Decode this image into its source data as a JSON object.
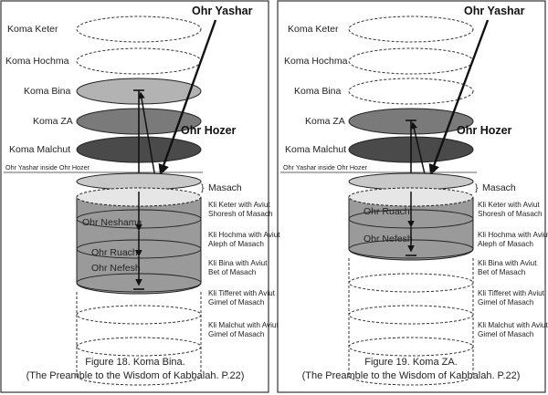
{
  "panel_left": {
    "koma_labels": [
      "Koma Keter",
      "Koma Hochma",
      "Koma Bina",
      "Koma ZA",
      "Koma Malchut"
    ],
    "ohr_yashar": "Ohr Yashar",
    "ohr_hozer": "Ohr Hozer",
    "inside_label": "Ohr Yashar inside Ohr Hozer",
    "masach": "Masach",
    "vessel_labels": [
      "Ohr Neshama",
      "Ohr Ruach",
      "Ohr Nefesh"
    ],
    "kli": [
      [
        "Kli Keter with Aviut",
        "Shoresh of Masach"
      ],
      [
        "Kli Hochma with Aviut",
        "Aleph of Masach"
      ],
      [
        "Kli Bina with Aviut",
        "Bet of Masach"
      ],
      [
        "Kli Tifferet with Aviut",
        "Gimel of Masach"
      ],
      [
        "Kli Malchut with Aviut",
        "Gimel of Masach"
      ]
    ],
    "caption1": "Figure 18. Koma Bina.",
    "caption2": "(The Preamble to the Wisdom of Kabbalah. P.22)"
  },
  "panel_right": {
    "koma_labels": [
      "Koma Keter",
      "Koma Hochma",
      "Koma Bina",
      "Koma ZA",
      "Koma Malchut"
    ],
    "ohr_yashar": "Ohr Yashar",
    "ohr_hozer": "Ohr Hozer",
    "inside_label": "Ohr Yashar inside Ohr Hozer",
    "masach": "Masach",
    "vessel_labels": [
      "Ohr Ruach",
      "Ohr Nefesh"
    ],
    "kli": [
      [
        "Kli Keter with Aviut",
        "Shoresh of Masach"
      ],
      [
        "Kli Hochma with Aviut",
        "Aleph of Masach"
      ],
      [
        "Kli Bina with Aviut",
        "Bet of Masach"
      ],
      [
        "Kli Tifferet with Aviut",
        "Gimel of Masach"
      ],
      [
        "Kli Malchut with Aviut",
        "Gimel of Masach"
      ]
    ],
    "caption1": "Figure 19. Koma ZA.",
    "caption2": "(The Preamble to the Wisdom of Kabbalah. P.22)"
  }
}
